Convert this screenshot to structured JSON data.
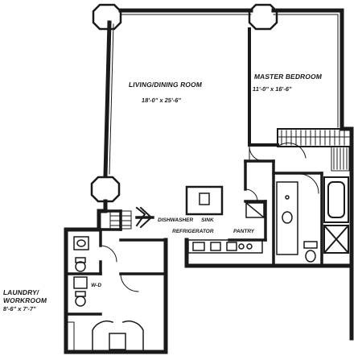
{
  "plan": {
    "rooms": {
      "living": {
        "name": "LIVING/DINING ROOM",
        "dims": "18'-0\" x 25'-6\""
      },
      "master": {
        "name": "MASTER BEDROOM",
        "dims": "11'-0\" x 16'-6\""
      },
      "laundry": {
        "name_line1": "LAUNDRY/",
        "name_line2": "WORKROOM",
        "dims": "8'-6\" x 7'-7\""
      }
    },
    "fixtures": {
      "dishwasher": "DISHWASHER",
      "sink": "SINK",
      "refrigerator": "REFRIGERATOR",
      "pantry": "PANTRY",
      "washer_dryer": "W-D"
    }
  }
}
